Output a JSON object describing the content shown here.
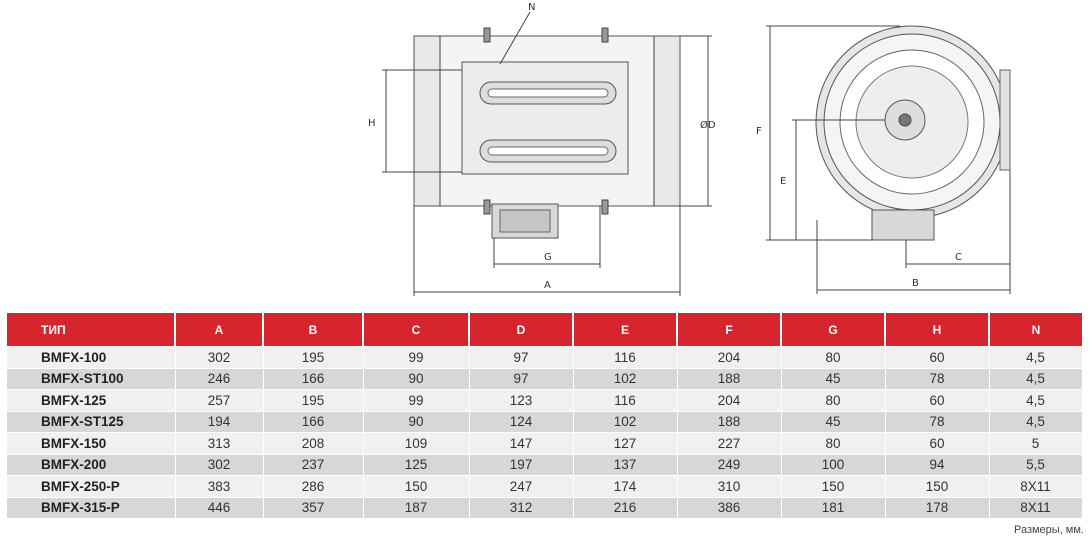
{
  "drawing": {
    "side_view": {
      "dim_labels": {
        "a": "A",
        "g": "G",
        "h": "H",
        "d": "ØD",
        "n": "N"
      }
    },
    "front_view": {
      "dim_labels": {
        "b": "B",
        "c": "C",
        "e": "E",
        "f": "F"
      }
    }
  },
  "table": {
    "headers": [
      "ТИП",
      "A",
      "B",
      "C",
      "D",
      "E",
      "F",
      "G",
      "H",
      "N"
    ],
    "rows": [
      [
        "BMFX-100",
        "302",
        "195",
        "99",
        "97",
        "116",
        "204",
        "80",
        "60",
        "4,5"
      ],
      [
        "BMFX-ST100",
        "246",
        "166",
        "90",
        "97",
        "102",
        "188",
        "45",
        "78",
        "4,5"
      ],
      [
        "BMFX-125",
        "257",
        "195",
        "99",
        "123",
        "116",
        "204",
        "80",
        "60",
        "4,5"
      ],
      [
        "BMFX-ST125",
        "194",
        "166",
        "90",
        "124",
        "102",
        "188",
        "45",
        "78",
        "4,5"
      ],
      [
        "BMFX-150",
        "313",
        "208",
        "109",
        "147",
        "127",
        "227",
        "80",
        "60",
        "5"
      ],
      [
        "BMFX-200",
        "302",
        "237",
        "125",
        "197",
        "137",
        "249",
        "100",
        "94",
        "5,5"
      ],
      [
        "BMFX-250-P",
        "383",
        "286",
        "150",
        "247",
        "174",
        "310",
        "150",
        "150",
        "8X11"
      ],
      [
        "BMFX-315-P",
        "446",
        "357",
        "187",
        "312",
        "216",
        "386",
        "181",
        "178",
        "8X11"
      ]
    ]
  },
  "footer": {
    "units_note": "Размеры, мм."
  },
  "colors": {
    "header_bg": "#d7252e",
    "row_light": "#f0f0f0",
    "row_dark": "#d7d7d7"
  }
}
